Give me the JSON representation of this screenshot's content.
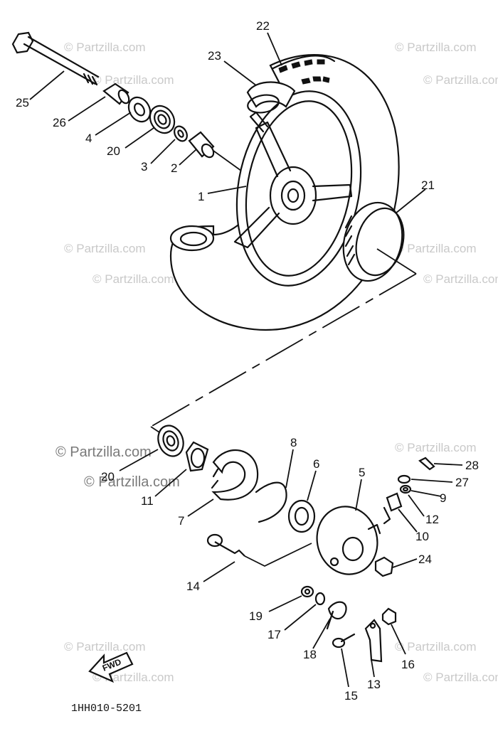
{
  "watermark": {
    "light": "© Partzilla.com",
    "strong": "© Partzilla.com"
  },
  "diagram_code": "1HH010-5201",
  "fwd_label": "FWD",
  "callouts": {
    "c1": "1",
    "c2": "2",
    "c3": "3",
    "c4": "4",
    "c5": "5",
    "c6": "6",
    "c7": "7",
    "c8": "8",
    "c9": "9",
    "c10": "10",
    "c11": "11",
    "c12": "12",
    "c13": "13",
    "c14": "14",
    "c15": "15",
    "c16": "16",
    "c17": "17",
    "c18": "18",
    "c19": "19",
    "c20a": "20",
    "c20b": "20",
    "c21": "21",
    "c22": "22",
    "c23": "23",
    "c24": "24",
    "c25": "25",
    "c26": "26",
    "c27": "27",
    "c28": "28"
  }
}
